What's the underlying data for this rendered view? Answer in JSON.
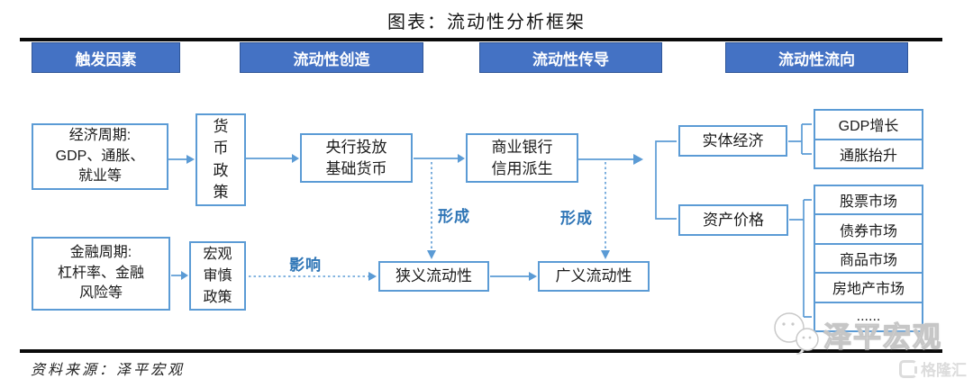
{
  "title": "图表：流动性分析框架",
  "source_note": "资料来源：泽平宏观",
  "stages": [
    {
      "label": "触发因素"
    },
    {
      "label": "流动性创造"
    },
    {
      "label": "流动性传导"
    },
    {
      "label": "流动性流向"
    }
  ],
  "nodes": {
    "economic_cycle": "经济周期:\nGDP、通胀、\n就业等",
    "monetary_policy": "货\n币\n政\n策",
    "financial_cycle": "金融周期:\n杠杆率、金融\n风险等",
    "macroprudential_policy": "宏观\n审慎\n政策",
    "central_bank": "央行投放\n基础货币",
    "commercial_bank": "商业银行\n信用派生",
    "narrow_liquidity": "狭义流动性",
    "broad_liquidity": "广义流动性",
    "real_economy": "实体经济",
    "asset_price": "资产价格"
  },
  "real_economy_outputs": [
    "GDP增长",
    "通胀抬升"
  ],
  "asset_markets": [
    "股票市场",
    "债券市场",
    "商品市场",
    "房地产市场",
    "......"
  ],
  "edge_labels": {
    "influence": "影响",
    "form_narrow": "形成",
    "form_broad": "形成"
  },
  "watermark": {
    "brand": "泽平宏观",
    "logo": "格隆汇"
  },
  "colors": {
    "stage_fill": "#4472C4",
    "box_border": "#5B9BD5",
    "connector": "#5B9BD5",
    "edge_label_text": "#2E75B6"
  }
}
